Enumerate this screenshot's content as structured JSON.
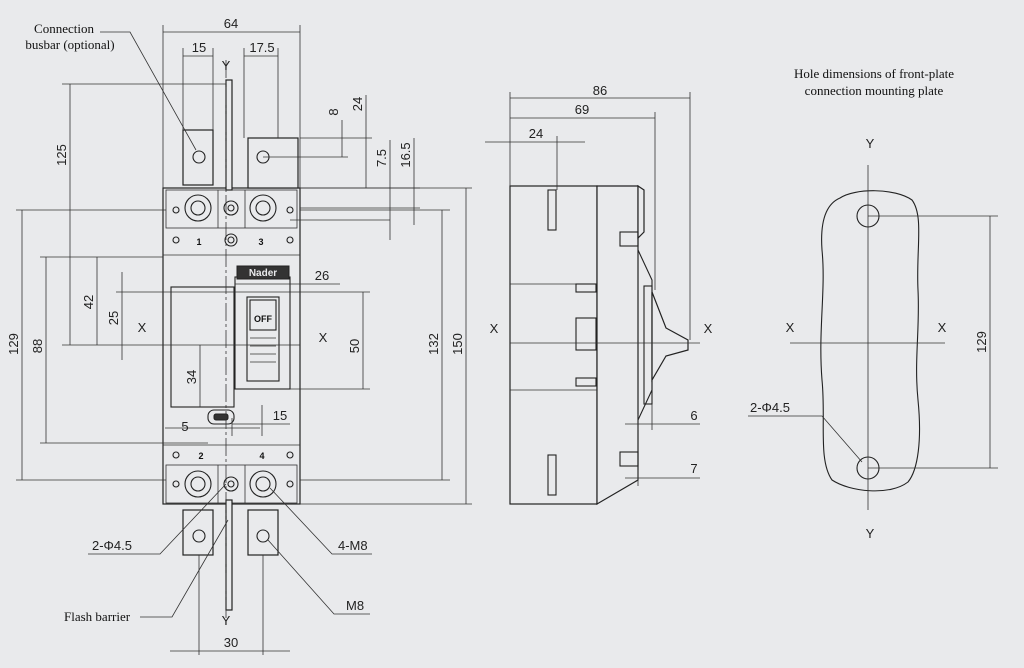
{
  "front_view": {
    "dims": {
      "width_64": "64",
      "d15": "15",
      "d17_5": "17.5",
      "d125": "125",
      "d8": "8",
      "d24": "24",
      "d7_5": "7.5",
      "d16_5": "16.5",
      "d129": "129",
      "d88": "88",
      "d42": "42",
      "d25": "25",
      "d26": "26",
      "d50": "50",
      "d34": "34",
      "d5": "5",
      "d15b": "15",
      "d132": "132",
      "d150": "150",
      "d30": "30"
    },
    "labels": {
      "busbar_line1": "Connection",
      "busbar_line2": "busbar (optional)",
      "flash_barrier": "Flash barrier",
      "hole_2x45": "2-Φ4.5",
      "thread_4m8": "4-M8",
      "thread_m8": "M8",
      "terminal_1": "1",
      "terminal_2": "2",
      "terminal_3": "3",
      "terminal_4": "4",
      "off_text": "OFF",
      "brand_text": "Nader"
    }
  },
  "axes": {
    "x": "X",
    "y": "Y"
  },
  "side_view": {
    "dims": {
      "d86": "86",
      "d69": "69",
      "d24": "24",
      "d6": "6",
      "d7": "7"
    }
  },
  "plate_view": {
    "title_line1": "Hole dimensions of front-plate",
    "title_line2": "connection mounting plate",
    "d129": "129",
    "hole_label": "2-Φ4.5"
  }
}
